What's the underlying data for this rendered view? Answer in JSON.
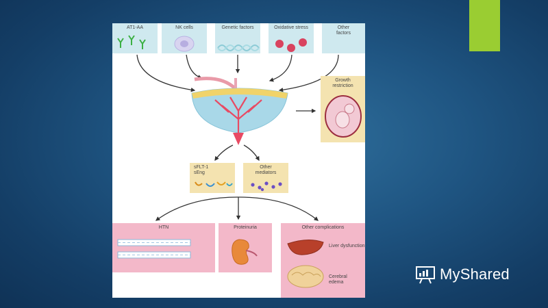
{
  "factors": [
    {
      "label": "AT1-AA"
    },
    {
      "label": "NK cells"
    },
    {
      "label": "Genetic factors"
    },
    {
      "label": "Oxidative stress"
    },
    {
      "label": "Other factors"
    }
  ],
  "growth": {
    "label": "Growth restriction"
  },
  "mediators": [
    {
      "label": "sFLT-1 sEng"
    },
    {
      "label": "Other mediators"
    }
  ],
  "complications": {
    "htn": "HTN",
    "proteinuria": "Proteinuria",
    "other": "Other complications",
    "liver": "Liver dysfunction",
    "cerebral": "Cerebral edema"
  },
  "logo": {
    "text": "MyShared"
  },
  "colors": {
    "background": "#1f5582",
    "accent": "#9acd32",
    "factor_box": "#cfe9ef",
    "growth_box": "#f4e3b0",
    "complication_box": "#f3b8c9"
  }
}
